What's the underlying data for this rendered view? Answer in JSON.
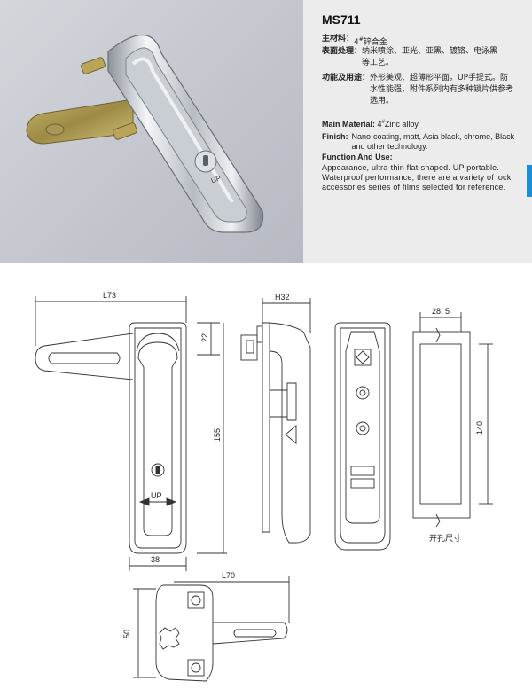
{
  "header": {
    "model": "MS711"
  },
  "spec_cn": {
    "material_label": "主材料：",
    "material_value_pre": "4",
    "material_value_sup": "#",
    "material_value_post": "锌合金",
    "finish_label": "表面处理：",
    "finish_value": "纳米喷涂、亚光、亚黑、镀铬、电泳黑等工艺。",
    "function_label": "功能及用途：",
    "function_value": "外形美观、超薄形平面。UP手提式。防水性能强，附件系列内有多种锁片供参考选用。"
  },
  "spec_en": {
    "material_label": "Main Material:",
    "material_value_pre": "4",
    "material_value_sup": "#",
    "material_value_post": "Zinc alloy",
    "finish_label": "Finish:",
    "finish_value": "Nano-coating, matt, Asia black, chrome, Black and other technology.",
    "function_label": "Function And Use:",
    "function_value": "Appearance, ultra-thin flat-shaped. UP portable. Waterproof performance, there are a variety of lock accessories series of films selected for reference."
  },
  "drawing": {
    "dim_l73": "L73",
    "dim_22": "22",
    "dim_155": "155",
    "dim_38": "38",
    "dim_h32": "H32",
    "dim_28_5": "28. 5",
    "dim_140": "140",
    "dim_l70": "L70",
    "dim_50": "50",
    "up_label": "UP",
    "up_label_photo": "UP",
    "cutout_caption": "开孔尺寸"
  },
  "colors": {
    "accent_tab": "#1a8fd8",
    "info_panel_bg": "#ececec"
  }
}
